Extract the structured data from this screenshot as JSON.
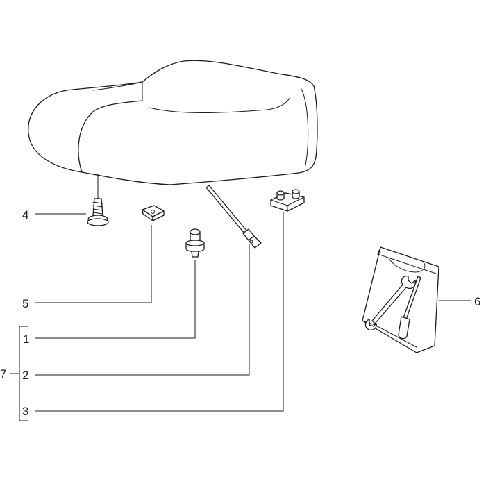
{
  "callouts": {
    "c1": "1",
    "c2": "2",
    "c3": "3",
    "c4": "4",
    "c5": "5",
    "c6": "6",
    "c7": "7"
  },
  "parts": [
    {
      "name": "seat",
      "icon": "seat-cushion-icon"
    },
    {
      "name": "screw",
      "icon": "screw-icon"
    },
    {
      "name": "clip",
      "icon": "clip-icon"
    },
    {
      "name": "bumper",
      "icon": "rubber-bumper-icon"
    },
    {
      "name": "cable-tie",
      "icon": "cable-tie-icon"
    },
    {
      "name": "bracket",
      "icon": "bracket-icon"
    },
    {
      "name": "tool-kit",
      "icon": "tool-bag-icon"
    }
  ]
}
